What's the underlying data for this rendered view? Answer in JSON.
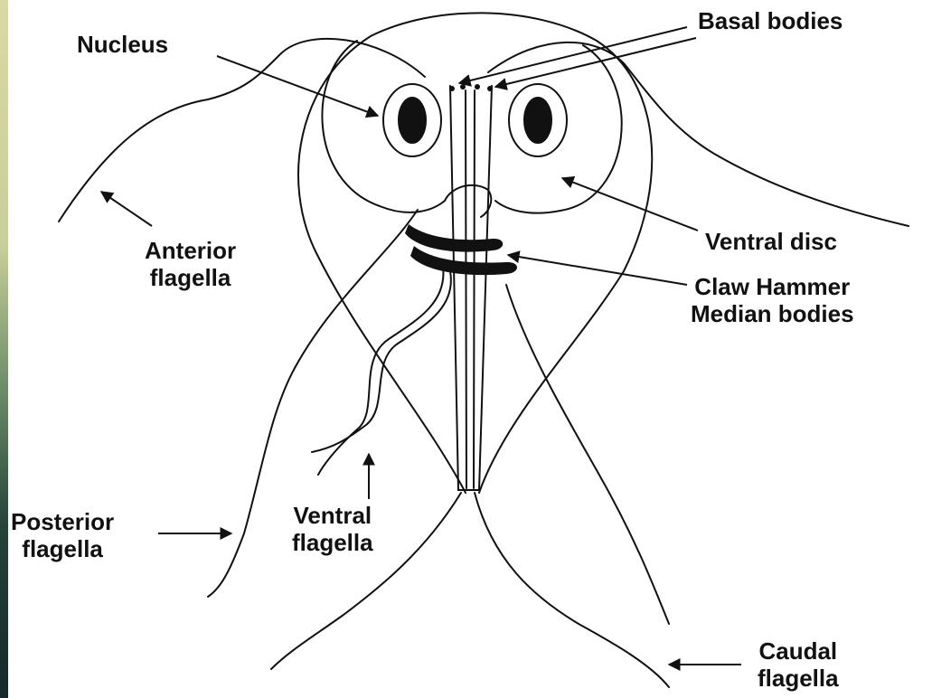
{
  "labels": {
    "nucleus": "Nucleus",
    "basal_bodies": "Basal bodies",
    "anterior_flagella": [
      "Anterior",
      "flagella"
    ],
    "ventral_disc": "Ventral disc",
    "claw_hammer": [
      "Claw Hammer",
      "Median bodies"
    ],
    "posterior_flagella": [
      "Posterior",
      "flagella"
    ],
    "ventral_flagella": [
      "Ventral",
      "flagella"
    ],
    "caudal_flagella": [
      "Caudal",
      "flagella"
    ]
  },
  "colors": {
    "ink": "#111111",
    "background": "#ffffff"
  }
}
